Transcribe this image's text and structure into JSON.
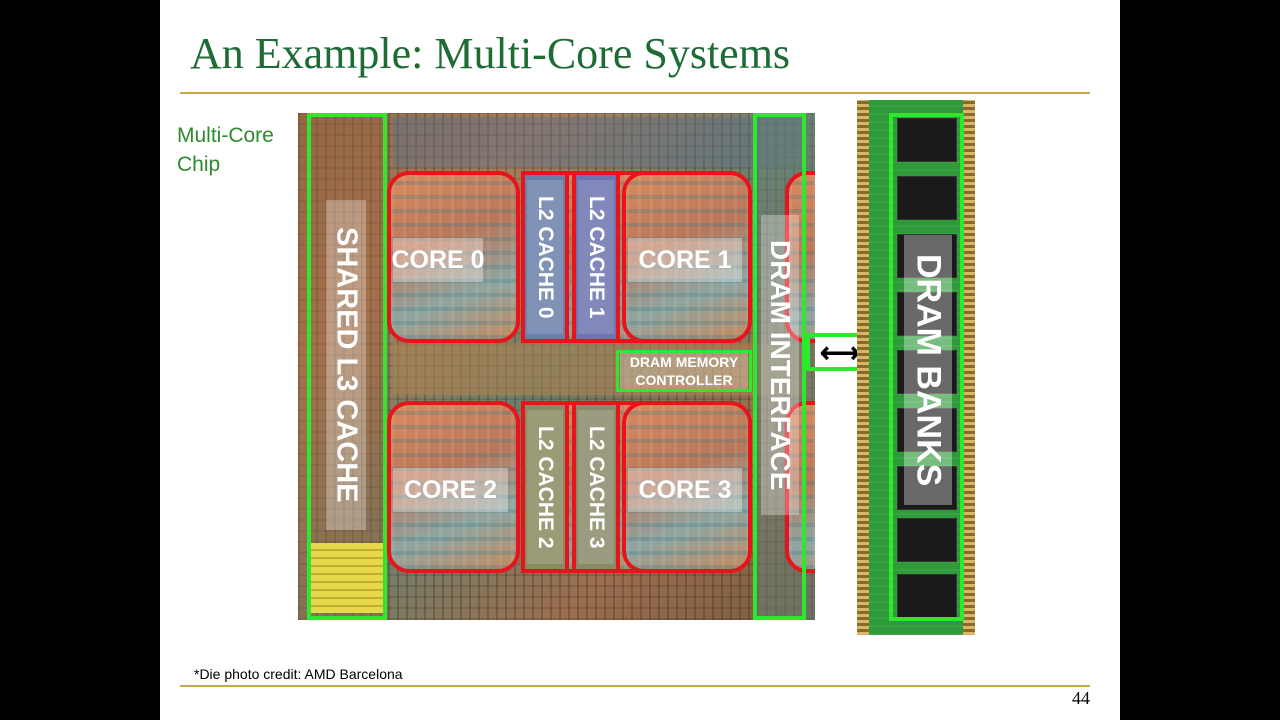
{
  "slide": {
    "title": "An Example: Multi-Core Systems",
    "side_label_line1": "Multi-Core",
    "side_label_line2": "Chip",
    "footnote": "*Die photo credit: AMD Barcelona",
    "page_number": "44"
  },
  "diagram": {
    "shared_l3": "SHARED L3 CACHE",
    "core0": "CORE 0",
    "core1": "CORE 1",
    "core2": "CORE 2",
    "core3": "CORE 3",
    "l2_0": "L2 CACHE 0",
    "l2_1": "L2 CACHE 1",
    "l2_2": "L2 CACHE 2",
    "l2_3": "L2 CACHE 3",
    "mem_ctrl_line1": "DRAM MEMORY",
    "mem_ctrl_line2": "CONTROLLER",
    "dram_interface": "DRAM INTERFACE",
    "dram_banks": "DRAM BANKS",
    "arrow_glyph": "⟷"
  },
  "colors": {
    "title": "#1e6b35",
    "rule": "#c8a84b",
    "core_border": "#e8141c",
    "highlight_green": "#2ee82e"
  }
}
